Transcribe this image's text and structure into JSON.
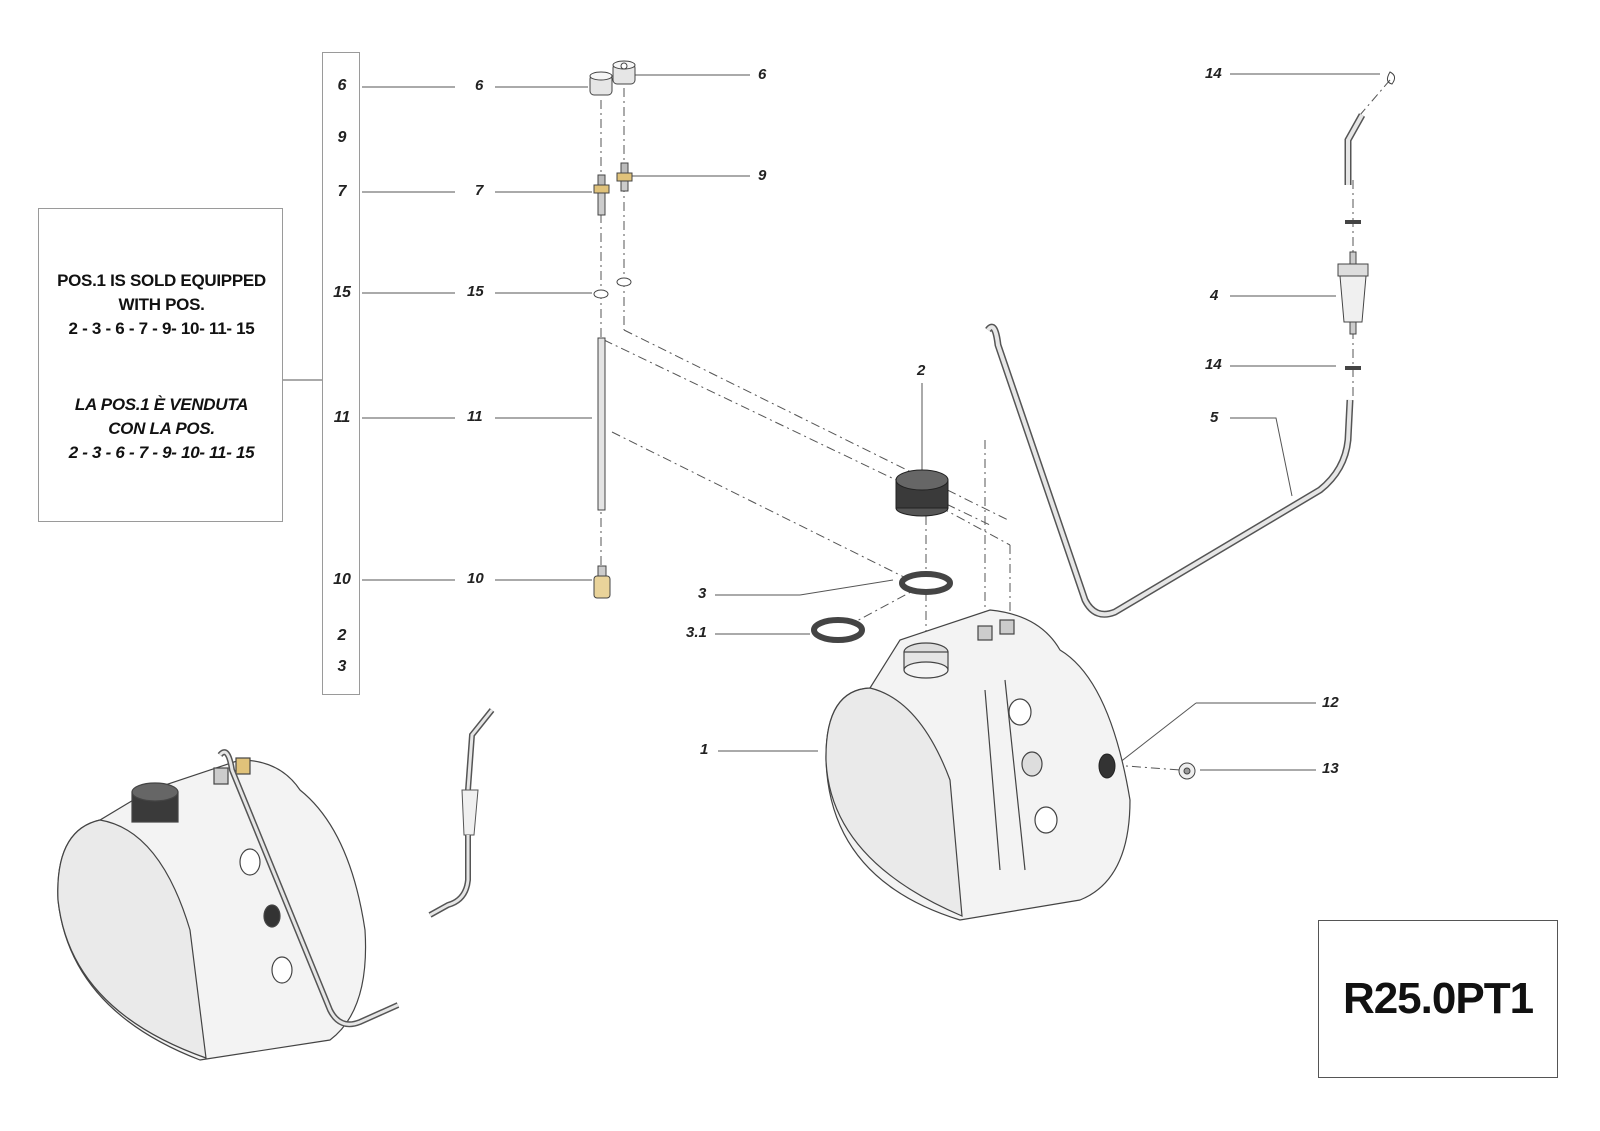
{
  "note": {
    "en_lines": [
      "POS.1 IS SOLD EQUIPPED",
      "WITH POS.",
      "2 - 3 - 6 - 7 - 9- 10- 11- 15"
    ],
    "it_lines": [
      "LA POS.1 È  VENDUTA",
      "CON LA POS.",
      "2 - 3 - 6 - 7 - 9- 10- 11- 15"
    ]
  },
  "included_positions": [
    "6",
    "9",
    "7",
    "15",
    "11",
    "10",
    "2",
    "3"
  ],
  "callouts": {
    "c6a": "6",
    "c6b": "6",
    "c7": "7",
    "c9": "9",
    "c15": "15",
    "c11": "11",
    "c10": "10",
    "c2": "2",
    "c3": "3",
    "c31": "3.1",
    "c1": "1",
    "c12": "12",
    "c13": "13",
    "c14a": "14",
    "c4": "4",
    "c14b": "14",
    "c5": "5"
  },
  "drawing_code": "R25.0PT1",
  "colors": {
    "line": "#555555",
    "part_fill": "#eeeeee",
    "dark_part": "#3a3a3a",
    "brass": "#e0c27a"
  }
}
